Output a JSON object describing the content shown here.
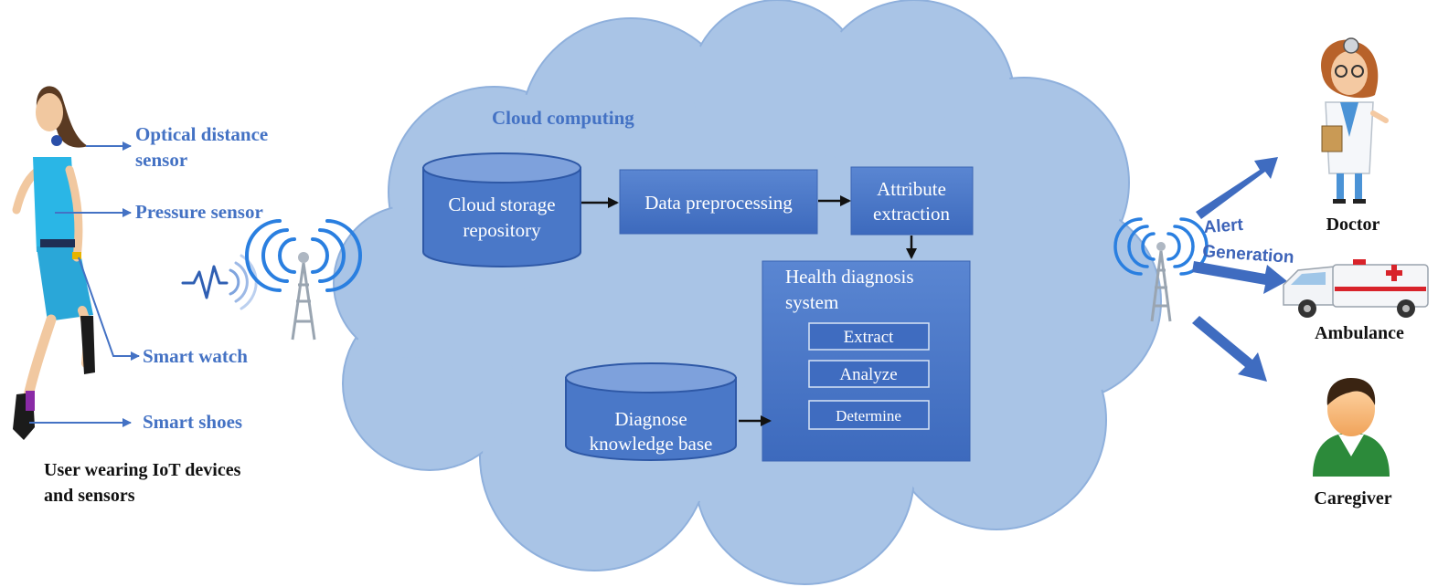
{
  "user": {
    "caption_line1": "User wearing IoT devices",
    "caption_line2": "and sensors"
  },
  "sensors": {
    "optical_line1": "Optical distance",
    "optical_line2": "sensor",
    "pressure": "Pressure sensor",
    "watch": "Smart watch",
    "shoes": "Smart shoes"
  },
  "cloud": {
    "title": "Cloud computing",
    "storage_line1": "Cloud storage",
    "storage_line2": "repository",
    "preprocessing": "Data preprocessing",
    "attribute_line1": "Attribute",
    "attribute_line2": "extraction",
    "health_line1": "Health diagnosis",
    "health_line2": "system",
    "extract": "Extract",
    "analyze": "Analyze",
    "determine": "Determine",
    "kb_line1": "Diagnose",
    "kb_line2": "knowledge base"
  },
  "alert": {
    "line1": "Alert",
    "line2": "Generation"
  },
  "recipients": {
    "doctor": "Doctor",
    "ambulance": "Ambulance",
    "caregiver": "Caregiver"
  },
  "colors": {
    "cloud_fill": "#a9c4e6",
    "box_fill": "#4a78c8",
    "label_blue": "#4472c4",
    "arrow_blue": "#3f6cc0"
  }
}
